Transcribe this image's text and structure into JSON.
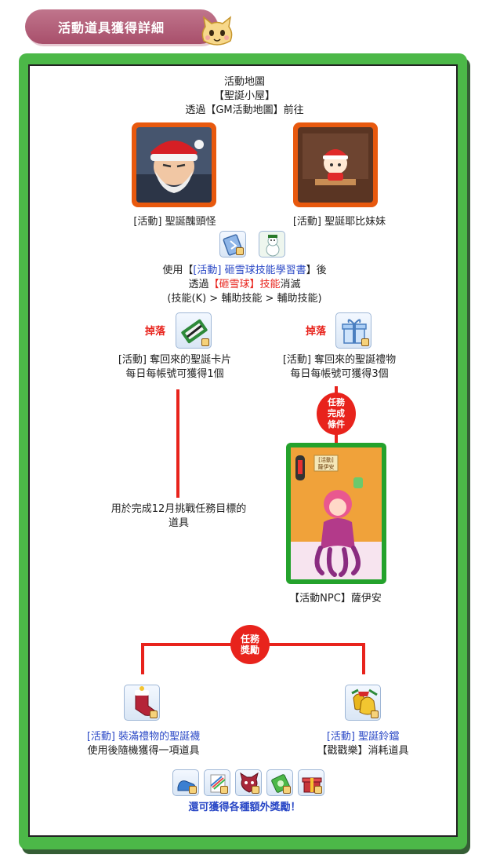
{
  "header": {
    "title": "活動道具獲得詳細"
  },
  "map": {
    "line1": "活動地圖",
    "line2": "【聖誕小屋】",
    "line3": "透過【GM活動地圖】前往"
  },
  "monsters": [
    {
      "name": "[活動] 聖誕醜頭怪"
    },
    {
      "name": "[活動] 聖誕耶比妹妹"
    }
  ],
  "skill": {
    "prefix": "使用【",
    "book": "[活動] 砸雪球技能學習書",
    "suffix": "】後",
    "line2_prefix": "透過",
    "skill_name": "【砸雪球】技能",
    "line2_suffix": "消滅",
    "line3": "(技能(K) > 輔助技能 > 輔助技能)"
  },
  "drops": {
    "label": "掉落",
    "left": {
      "name": "[活動] 奪回來的聖誕卡片",
      "limit": "每日每帳號可獲得1個"
    },
    "right": {
      "name": "[活動] 奪回來的聖誕禮物",
      "limit": "每日每帳號可獲得3個"
    }
  },
  "quest_badge": "任務完成條件",
  "left_usage": {
    "line1": "用於完成12月挑戰任務目標的",
    "line2": "道具"
  },
  "npc": {
    "sign": "[活動] 薩伊安",
    "caption": "【活動NPC】薩伊安"
  },
  "reward_badge": "任務獎勵",
  "rewards": {
    "left": {
      "name": "[活動] 裝滿禮物的聖誕襪",
      "desc": "使用後隨機獲得一項道具"
    },
    "right": {
      "name": "[活動] 聖誕鈴鐺",
      "desc": "【戳戳樂】消耗道具"
    }
  },
  "extra": "還可獲得各種額外獎勵！",
  "colors": {
    "accent_red": "#e8231c",
    "link_blue": "#2a48c6",
    "frame_green": "#4cb848",
    "header_pink": "#b05c76",
    "monster_frame": "#e8590e"
  }
}
